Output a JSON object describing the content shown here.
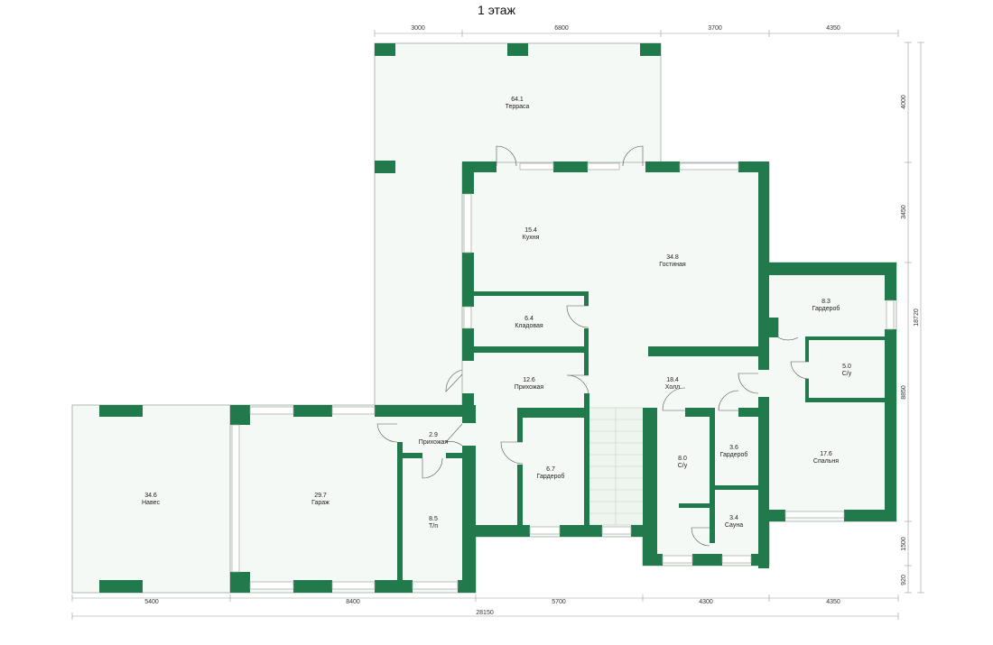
{
  "title": "1 этаж",
  "colors": {
    "wall": "#207a4b",
    "floor": "#f5f9f5"
  },
  "dimensions": {
    "top": [
      "3000",
      "6800",
      "3700",
      "4350"
    ],
    "bottom": [
      "5400",
      "8400",
      "5700",
      "4300",
      "4350"
    ],
    "total": "28150",
    "right": [
      "4000",
      "3450",
      "8850",
      "1500",
      "920"
    ],
    "right_total": "18720"
  },
  "rooms": {
    "terrace": {
      "area": "64.1",
      "name": "Терраса"
    },
    "kitchen": {
      "area": "15.4",
      "name": "Кухня"
    },
    "living": {
      "area": "34.8",
      "name": "Гостиная"
    },
    "wardrobe1": {
      "area": "8.3",
      "name": "Гардероб"
    },
    "bath1": {
      "area": "5.0",
      "name": "С/у"
    },
    "pantry": {
      "area": "6.4",
      "name": "Кладовая"
    },
    "hallway1": {
      "area": "12.6",
      "name": "Прихожая"
    },
    "hall": {
      "area": "18.4",
      "name": "Холл"
    },
    "hallway2": {
      "area": "2.9",
      "name": "Прихожая"
    },
    "canopy": {
      "area": "34.6",
      "name": "Навес"
    },
    "garage": {
      "area": "29.7",
      "name": "Гараж"
    },
    "utility": {
      "area": "8.5",
      "name": "Т/п"
    },
    "wardrobe2": {
      "area": "6.7",
      "name": "Гардероб"
    },
    "bath2": {
      "area": "8.0",
      "name": "С/у"
    },
    "wardrobe3": {
      "area": "3.6",
      "name": "Гардероб"
    },
    "sauna": {
      "area": "3.4",
      "name": "Сауна"
    },
    "bedroom": {
      "area": "17.6",
      "name": "Спальня"
    }
  }
}
